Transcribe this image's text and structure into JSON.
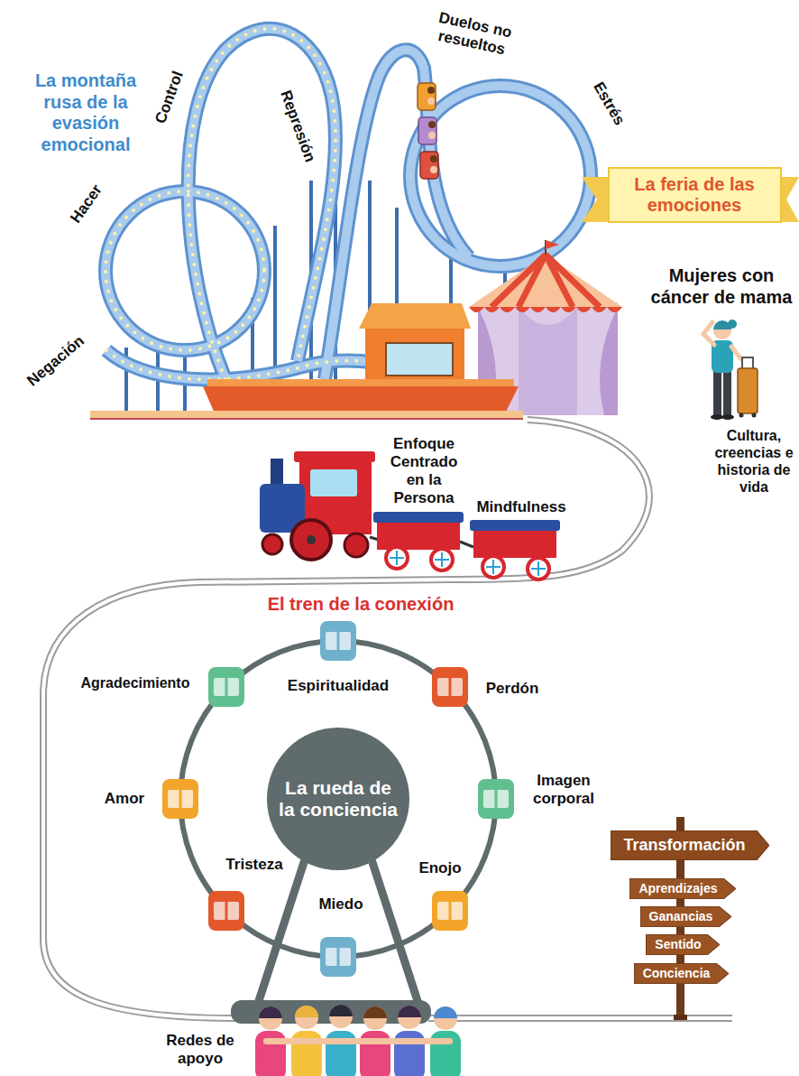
{
  "diagram": {
    "nodes": [
      {
        "text": [
          "La feria de las emociones"
        ]
      },
      {
        "text": [
          "La rueda de la conciencia"
        ]
      },
      {
        "text": [
          "Transformación"
        ]
      },
      {
        "text": [
          "Aprendizajes"
        ]
      },
      {
        "text": [
          "Ganancias"
        ]
      },
      {
        "text": [
          "Sentido"
        ]
      },
      {
        "text": [
          "Conciencia"
        ]
      }
    ],
    "labels": [
      "La montaña rusa de la evasión emocional",
      "Control",
      "Represión",
      "Duelos no resueltos",
      "Estrés",
      "Hacer",
      "Negación",
      "Mujeres con cáncer de mama",
      "Cultura, creencias e historia de vida",
      "Enfoque Centrado en la Persona",
      "Mindfulness",
      "El tren de la conexión",
      "Agradecimiento",
      "Espiritualidad",
      "Perdón",
      "Amor",
      "Imagen corporal",
      "Tristeza",
      "Enojo",
      "Miedo",
      "Redes de apoyo"
    ]
  }
}
